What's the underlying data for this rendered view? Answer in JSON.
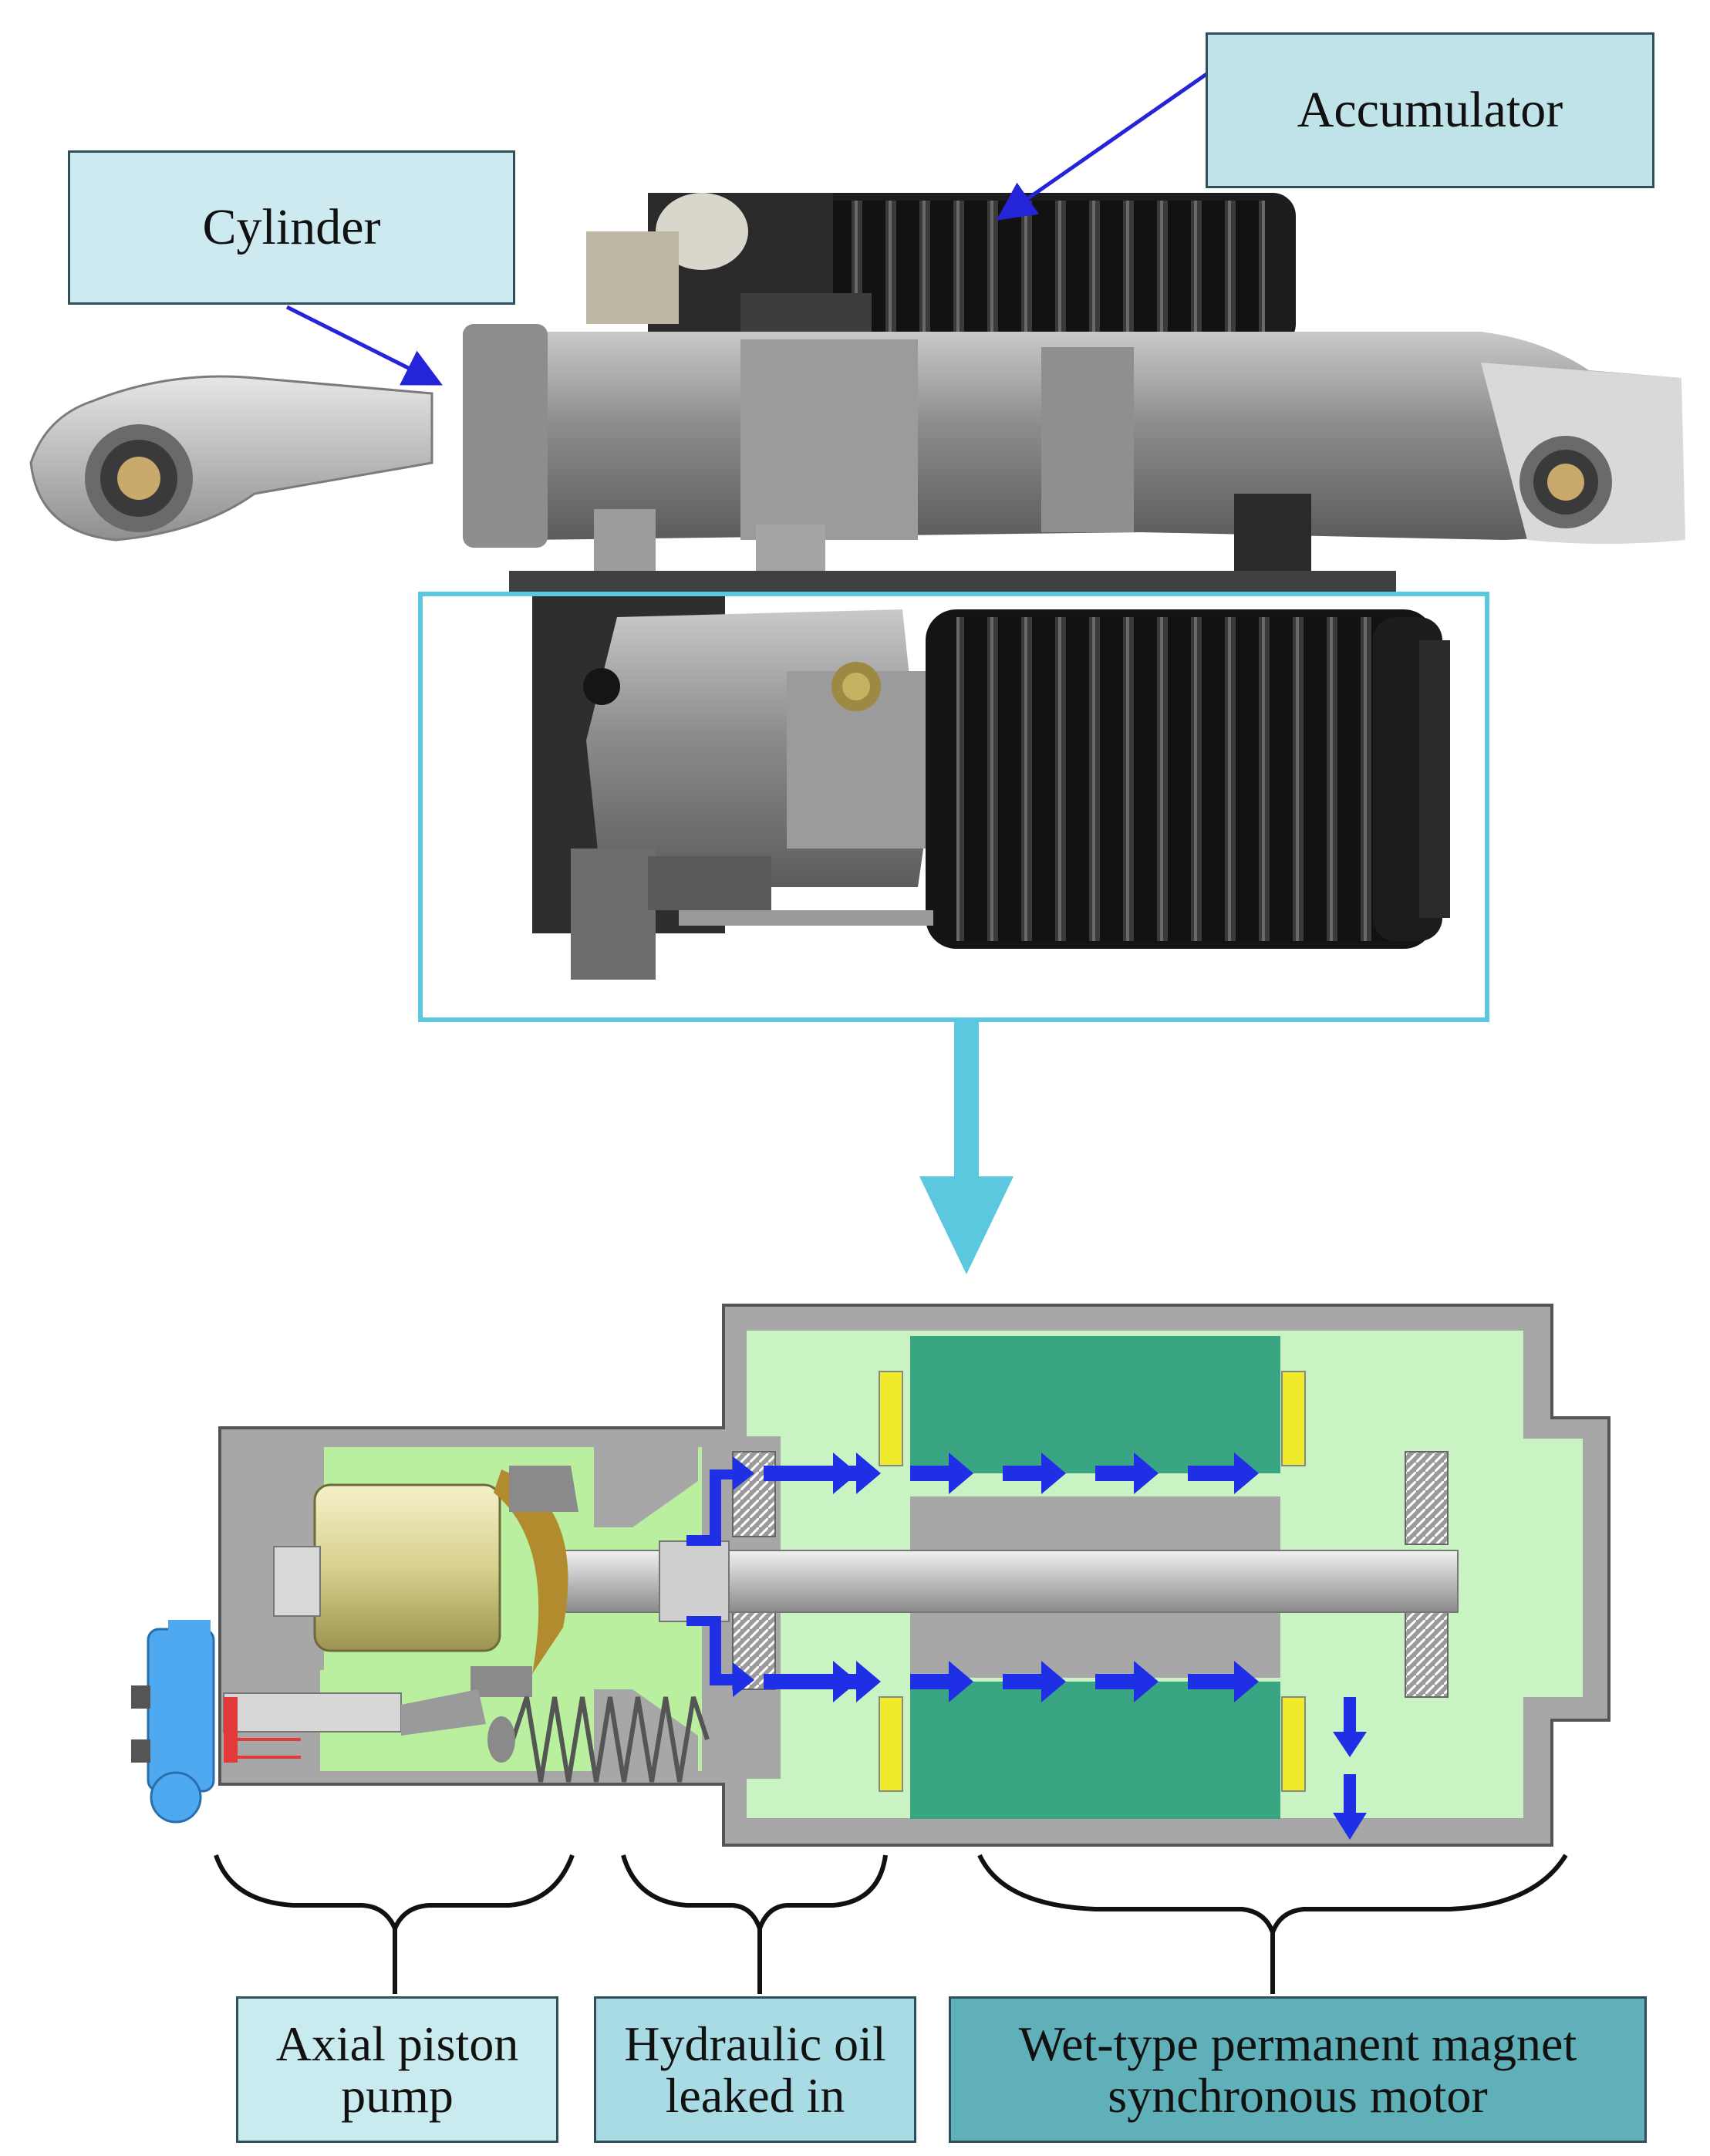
{
  "labels": {
    "cylinder": "Cylinder",
    "accumulator": "Accumulator",
    "pump": [
      "Axial piston",
      "pump"
    ],
    "oil": [
      "Hydraulic oil",
      "leaked in"
    ],
    "motor": [
      "Wet-type permanent magnet",
      "synchronous motor"
    ]
  },
  "colors": {
    "callout_arrow": "#2424d8",
    "highlight_frame": "#5bc8e0",
    "flow_arrow": "#1f2fe6",
    "oil_fill": "#c9f3c3",
    "stator": "#3aa582",
    "magnet": "#f1ea2a",
    "housing": "#a7a7a7"
  }
}
